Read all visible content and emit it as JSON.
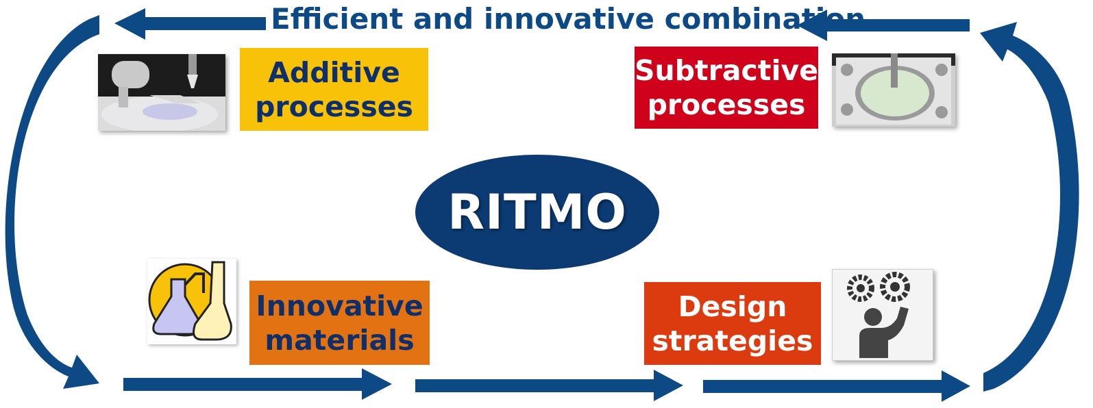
{
  "diagram": {
    "headline": "Efficient and innovative combination",
    "center_label": "RITMO",
    "boxes": {
      "additive": {
        "line1": "Additive",
        "line2": "processes",
        "color": "#f8c208",
        "text_color": "#0f2f6b"
      },
      "subtractive": {
        "line1": "Subtractive",
        "line2": "processes",
        "color": "#d0021b",
        "text_color": "#ffffff"
      },
      "materials": {
        "line1": "Innovative",
        "line2": "materials",
        "color": "#e37312",
        "text_color": "#0f2f6b"
      },
      "design": {
        "line1": "Design",
        "line2": "strategies",
        "color": "#dc3b10",
        "text_color": "#ffffff"
      }
    },
    "icons": {
      "additive": "3d-printer-nozzle-icon",
      "subtractive": "micro-milling-machine-icon",
      "materials": "chemistry-flasks-icon",
      "design": "person-thinking-gears-icon"
    },
    "colors": {
      "arrow": "#0d4a85",
      "ellipse": "#0c3a73"
    }
  }
}
